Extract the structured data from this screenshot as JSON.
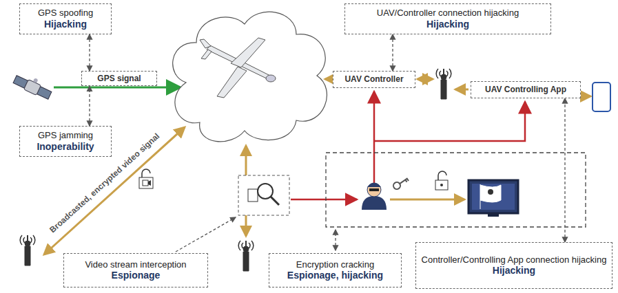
{
  "diagram": {
    "nodes": [
      {
        "text": [
          "GPS spoofing",
          "Hijacking"
        ]
      },
      {
        "text": [
          "GPS signal"
        ]
      },
      {
        "text": [
          "GPS jamming",
          "Inoperability"
        ]
      },
      {
        "text": [
          "UAV/Controller connection hijacking",
          "Hijacking"
        ]
      },
      {
        "text": [
          "UAV Controller"
        ]
      },
      {
        "text": [
          "UAV Controlling App"
        ]
      },
      {
        "text": [
          "Video stream interception",
          "Espionage"
        ]
      },
      {
        "text": [
          "Encryption cracking",
          "Espionage, hijacking"
        ]
      },
      {
        "text": [
          "Controller/Controlling App connection hijacking",
          "Hijacking"
        ]
      }
    ],
    "edges": [
      {
        "from": 0,
        "to": 1,
        "arrow": "both"
      },
      {
        "from": 2,
        "to": 1,
        "arrow": "both"
      },
      {
        "from": 3,
        "to": 4,
        "arrow": "both"
      },
      {
        "from": 8,
        "to": 5,
        "arrow": "both"
      }
    ],
    "labels": [
      "Broadcasted, encrypted video signal"
    ]
  }
}
